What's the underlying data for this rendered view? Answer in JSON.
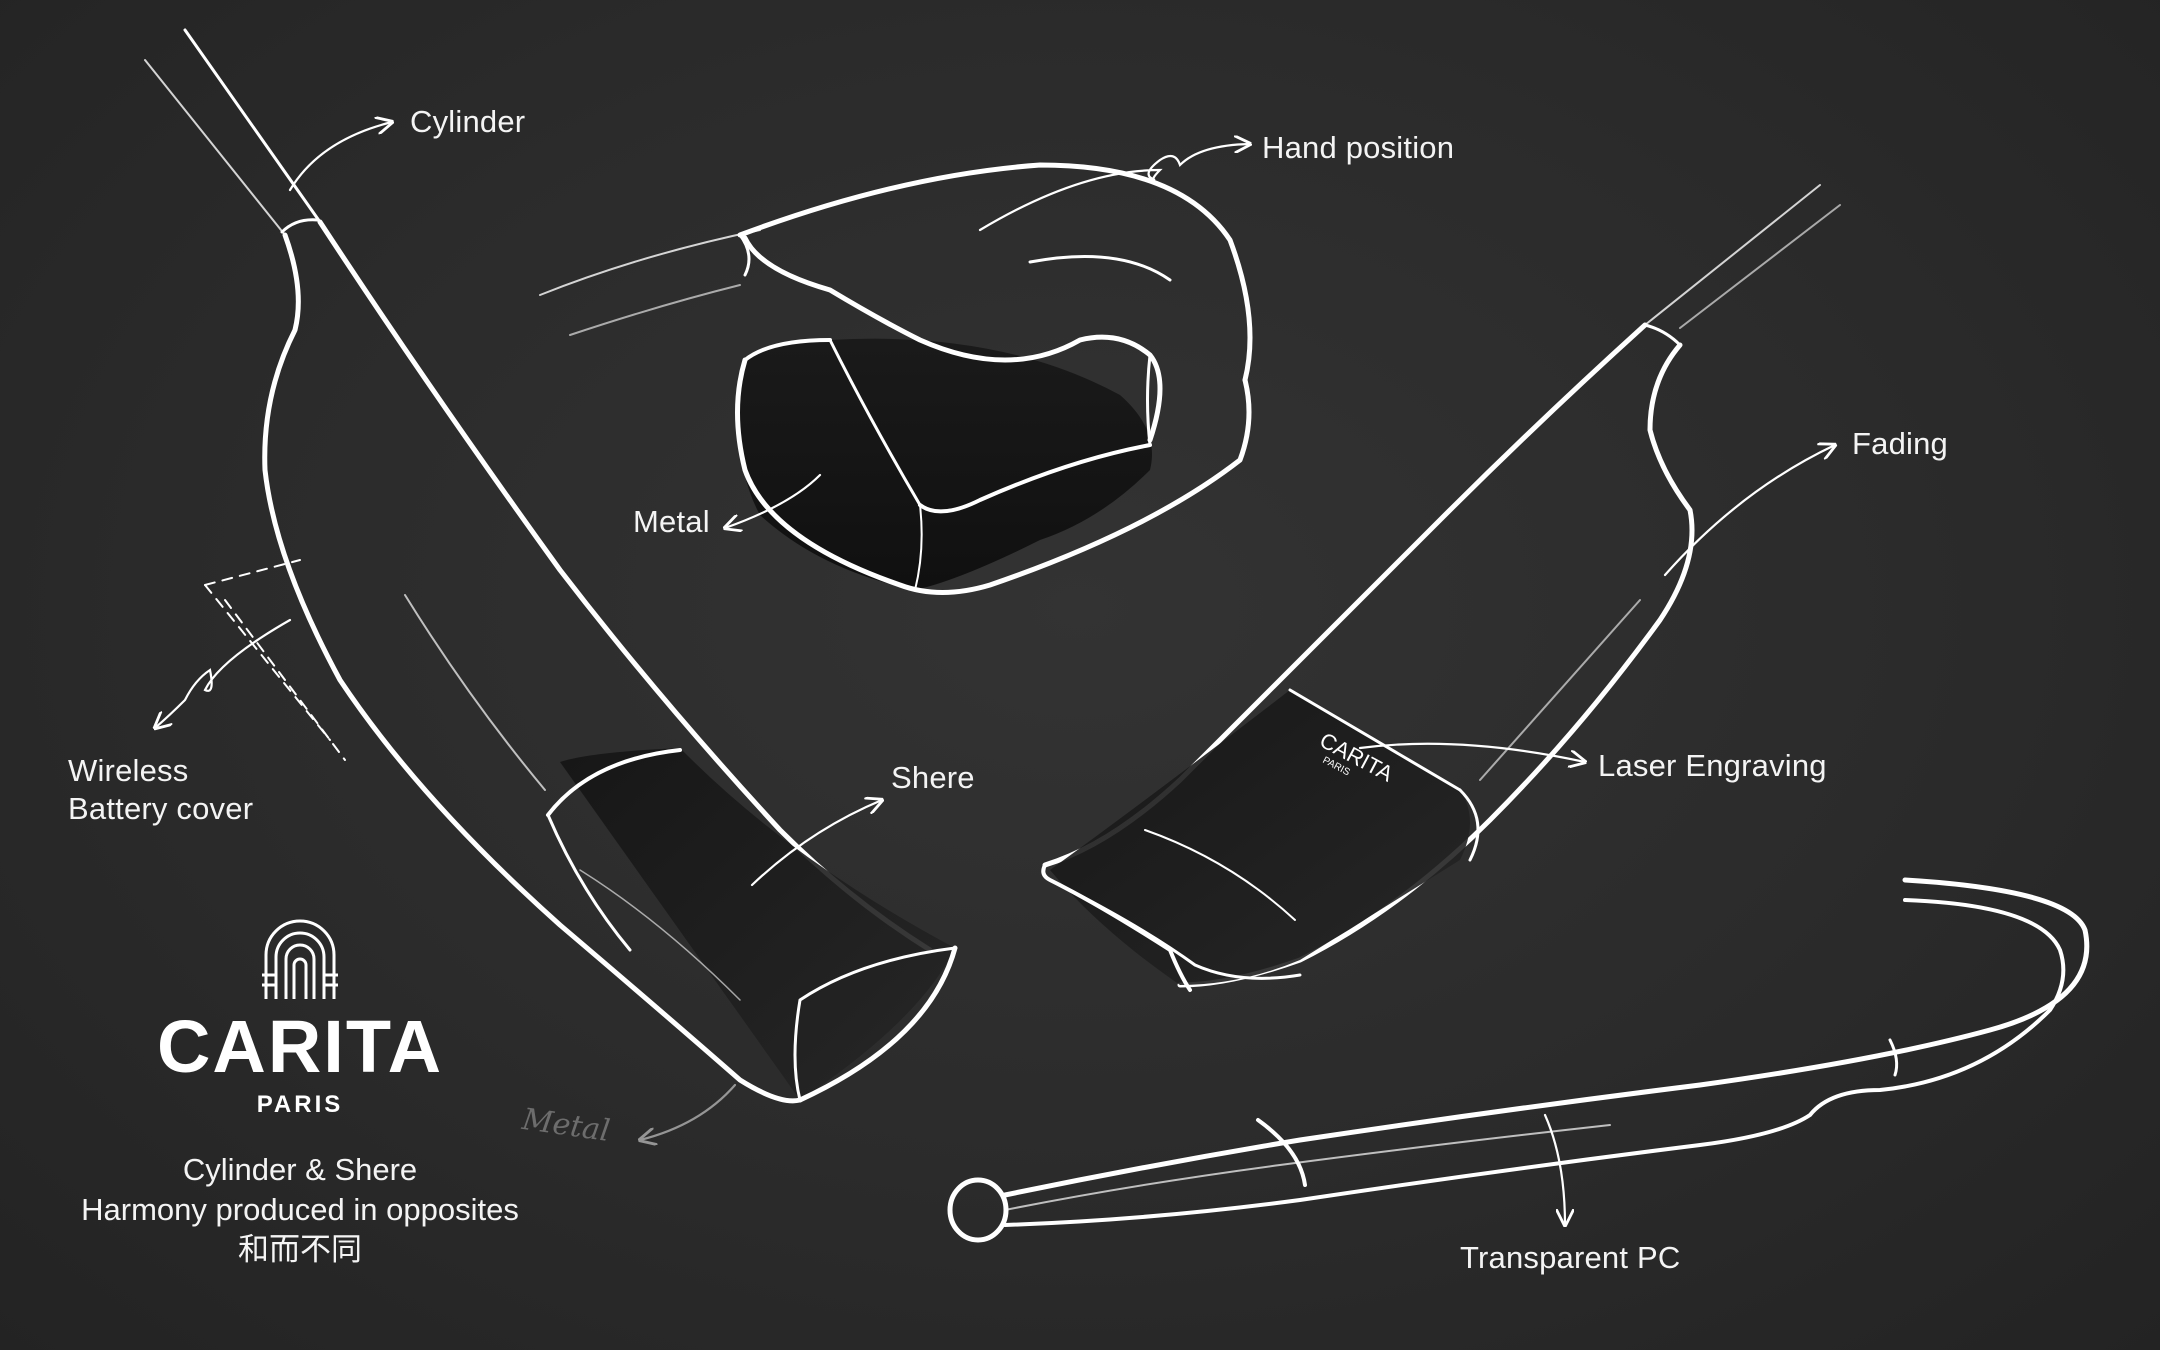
{
  "labels": {
    "cylinder": "Cylinder",
    "hand_position": "Hand position",
    "metal": "Metal",
    "fading": "Fading",
    "wireless_line1": "Wireless",
    "wireless_line2": "Battery cover",
    "shere": "Shere",
    "laser_engraving": "Laser Engraving",
    "transparent_pc": "Transparent PC"
  },
  "sketch_notes": {
    "metal_handwritten": "Metal"
  },
  "engraving": {
    "brand": "CARITA",
    "city": "PARIS"
  },
  "brand": {
    "name": "CARITA",
    "city": "PARIS",
    "logo_icon": "arch-logo-icon"
  },
  "tagline": {
    "line1": "Cylinder & Shere",
    "line2": "Harmony produced in opposites",
    "line3": "和而不同"
  },
  "colors": {
    "background": "#2b2b2b",
    "stroke": "#ffffff",
    "text": "#f4f4f4"
  }
}
